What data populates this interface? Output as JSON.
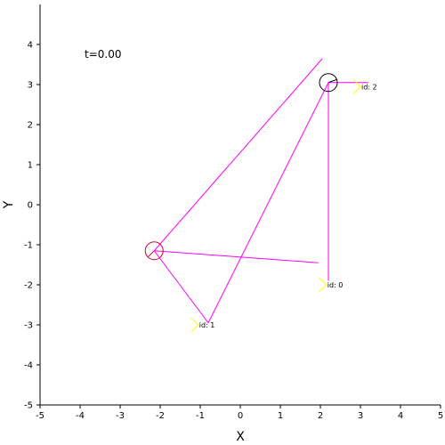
{
  "chart_data": {
    "type": "scatter",
    "title": "",
    "annotation_time": "t=0.00",
    "xlabel": "X",
    "ylabel": "Y",
    "xlim": [
      -5,
      5
    ],
    "ylim": [
      -5,
      5
    ],
    "xticks": [
      "-5",
      "-4",
      "-3",
      "-2",
      "-1",
      "0",
      "1",
      "2",
      "3",
      "4",
      "5"
    ],
    "yticks": [
      "-5",
      "-4",
      "-3",
      "-2",
      "-1",
      "0",
      "1",
      "2",
      "3",
      "4"
    ],
    "grid": false,
    "colors": {
      "link": "#ff00ff",
      "marker_yellow": "#ffff00",
      "circle_red": "#cc0033",
      "circle_black": "#000000"
    },
    "landmarks": [
      {
        "label": "id: 0",
        "x": 2.15,
        "y": -2.0
      },
      {
        "label": "id: 1",
        "x": -1.05,
        "y": -3.0
      },
      {
        "label": "id: 2",
        "x": 3.0,
        "y": 2.95
      }
    ],
    "robots": [
      {
        "x": -2.15,
        "y": -1.15,
        "heading_deg": 225,
        "color": "circle_red"
      },
      {
        "x": 2.2,
        "y": 3.05,
        "heading_deg": 20,
        "color": "circle_black"
      }
    ],
    "segments": [
      {
        "x1": -2.15,
        "y1": -1.15,
        "x2": 2.05,
        "y2": 3.65
      },
      {
        "x1": -2.15,
        "y1": -1.15,
        "x2": 1.95,
        "y2": -1.45
      },
      {
        "x1": -2.15,
        "y1": -1.15,
        "x2": -0.8,
        "y2": -2.95
      },
      {
        "x1": -0.8,
        "y1": -2.95,
        "x2": 2.2,
        "y2": 3.05
      },
      {
        "x1": 2.2,
        "y1": 3.05,
        "x2": 2.2,
        "y2": -1.9
      },
      {
        "x1": 2.2,
        "y1": 3.05,
        "x2": 3.2,
        "y2": 3.05
      }
    ]
  }
}
